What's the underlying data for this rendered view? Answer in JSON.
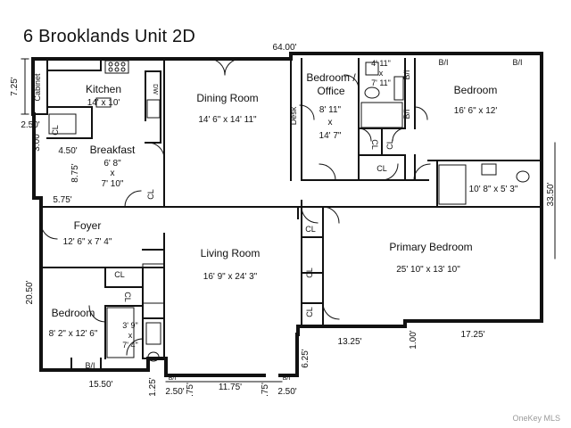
{
  "title": "6 Brooklands Unit 2D",
  "rooms": {
    "kitchen": {
      "name": "Kitchen",
      "dims": "14' x 10'"
    },
    "dining": {
      "name": "Dining Room",
      "dims": "14' 6\" x 14' 11\""
    },
    "office": {
      "name1": "Bedroom /",
      "name2": "Office",
      "d1": "8' 11\"",
      "d2": "x",
      "d3": "14' 7\""
    },
    "bedroom_ne": {
      "name": "Bedroom",
      "dims": "16' 6\" x 12'"
    },
    "breakfast": {
      "name": "Breakfast",
      "d1": "6' 8\"",
      "d2": "x",
      "d3": "7' 10\""
    },
    "foyer": {
      "name": "Foyer",
      "dims": "12' 6\" x 7' 4\""
    },
    "living": {
      "name": "Living Room",
      "dims": "16' 9\" x 24' 3\""
    },
    "primary": {
      "name": "Primary  Bedroom",
      "dims": "25' 10\" x 13' 10\""
    },
    "bedroom_sw": {
      "name": "Bedroom",
      "dims": "8' 2\" x 12' 6\""
    },
    "bath_primary": {
      "dims": "10' 8\" x 5' 3\""
    },
    "bath_office": {
      "d1": "4' 11\"",
      "d2": "x",
      "d3": "7' 11\""
    },
    "bath_sw": {
      "d1": "3' 9\"",
      "d2": "x",
      "d3": "7' 4\""
    }
  },
  "labels": {
    "desk": "Desk",
    "cabinet": "Cabinet",
    "cl": "CL",
    "bi": "B/I",
    "dw": "DW"
  },
  "dimensions": {
    "top": "64.00'",
    "left_725": "7.25'",
    "left_250": "2.50'",
    "left_300": "3.00'",
    "left_450": "4.50'",
    "left_875": "8.75'",
    "left_575": "5.75'",
    "left_2050": "20.50'",
    "bottom_1550": "15.50'",
    "bottom_125": "1.25'",
    "bottom_250a": "2.50'",
    "bottom_75a": ".75'",
    "bottom_1175": "11.75'",
    "bottom_75b": ".75'",
    "bottom_250b": "2.50'",
    "bottom_625": "6.25'",
    "bottom_1325": "13.25'",
    "bottom_100": "1.00'",
    "bottom_1725": "17.25'",
    "right_3350": "33.50'"
  },
  "watermark": "OneKey MLS"
}
